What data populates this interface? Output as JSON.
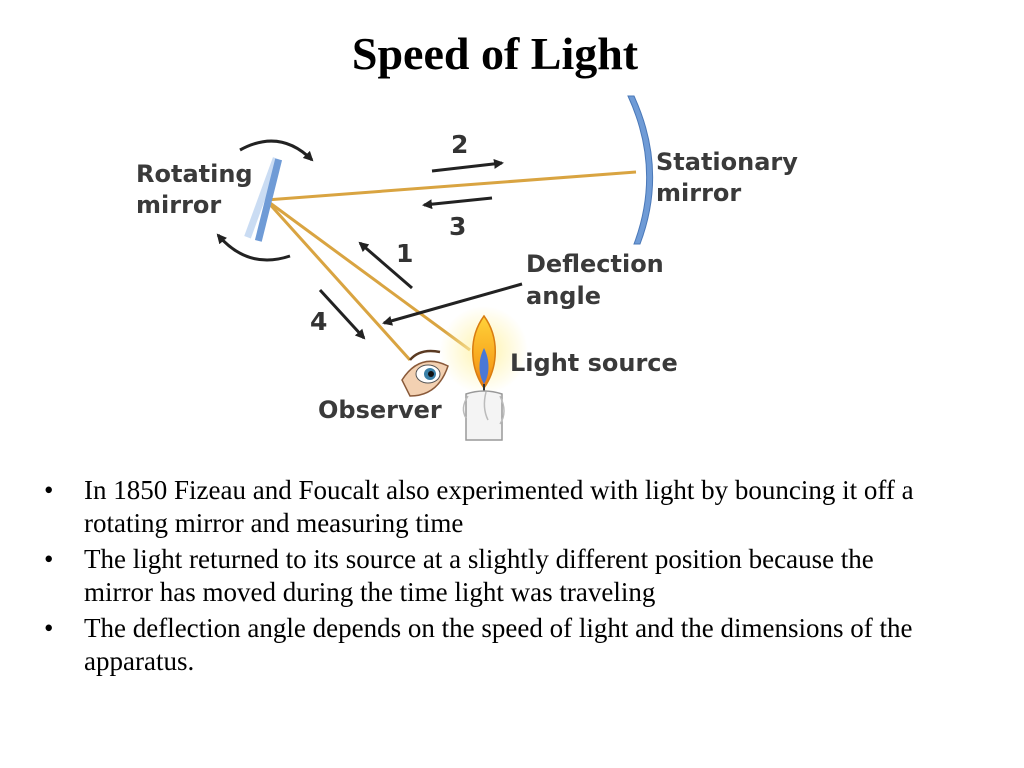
{
  "title": "Speed of Light",
  "diagram": {
    "rotating_mirror_label": [
      "Rotating",
      "mirror"
    ],
    "stationary_mirror_label": [
      "Stationary",
      "mirror"
    ],
    "deflection_angle_label": [
      "Deflection",
      "angle"
    ],
    "light_source_label": "Light source",
    "observer_label": "Observer",
    "path_numbers": [
      "1",
      "2",
      "3",
      "4"
    ],
    "icons": [
      "rotating-mirror-icon",
      "stationary-mirror-icon",
      "candle-icon",
      "eye-icon",
      "rotation-arrow-icon"
    ],
    "colors": {
      "beam": "#d9a441",
      "mirror": "#6f9bd6",
      "arrow": "#222222"
    }
  },
  "bullets": [
    "In 1850 Fizeau and Foucalt also experimented with light by bouncing it off a rotating mirror and measuring time",
    "The light returned to its source at a slightly different position because the mirror has moved during the time light was traveling",
    "The deflection angle depends on the speed of light and the dimensions of the apparatus."
  ],
  "bullet_marker": "•"
}
